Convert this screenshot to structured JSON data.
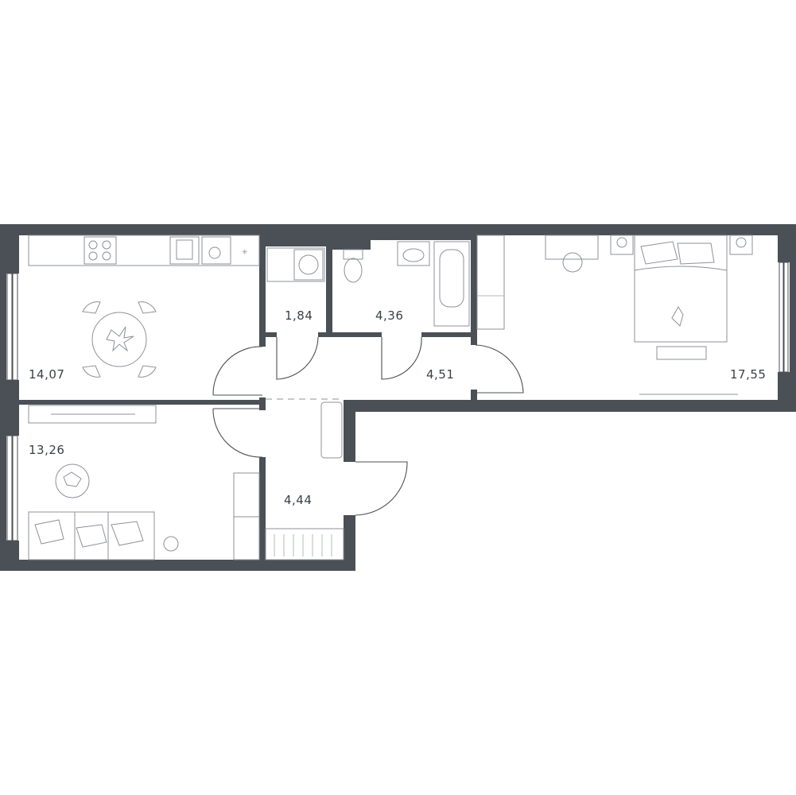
{
  "rooms": {
    "kitchen": {
      "area": "14,07"
    },
    "living": {
      "area": "13,26"
    },
    "laundry": {
      "area": "1,84"
    },
    "bathroom": {
      "area": "4,36"
    },
    "hall": {
      "area": "4,51"
    },
    "entry": {
      "area": "4,44"
    },
    "bedroom": {
      "area": "17,55"
    }
  },
  "colors": {
    "wall": "#4b4f56",
    "furniture": "#8d9198",
    "background": "#ffffff"
  }
}
